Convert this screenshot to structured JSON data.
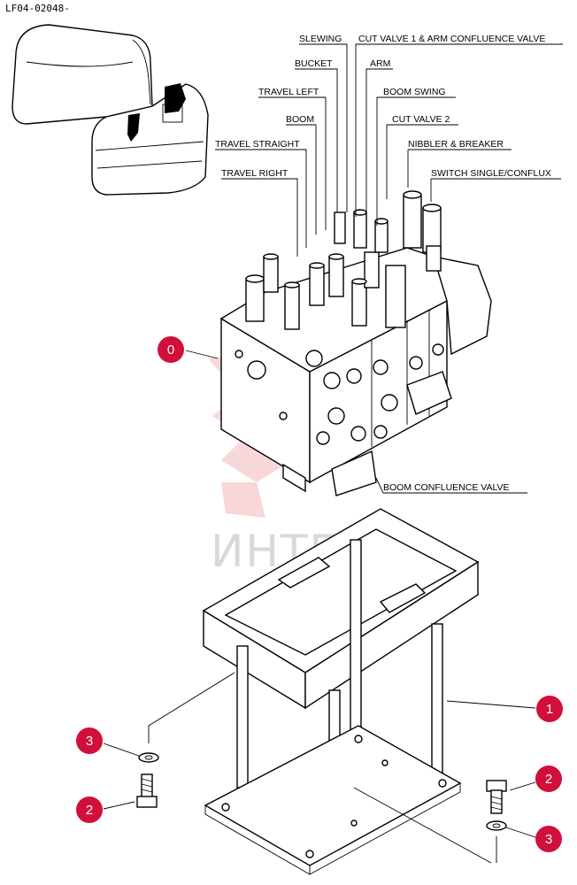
{
  "reference_code": "LF04-02048-",
  "watermark": "ИНТЕХ",
  "colors": {
    "callout": "#d0103a",
    "watermark": "#f2b8b8"
  },
  "valve_labels": [
    {
      "id": "slewing",
      "text": "SLEWING"
    },
    {
      "id": "cut-valve-1-arm-confluence",
      "text": "CUT VALVE 1 & ARM CONFLUENCE VALVE"
    },
    {
      "id": "bucket",
      "text": "BUCKET"
    },
    {
      "id": "arm",
      "text": "ARM"
    },
    {
      "id": "travel-left",
      "text": "TRAVEL LEFT"
    },
    {
      "id": "boom-swing",
      "text": "BOOM  SWING"
    },
    {
      "id": "boom",
      "text": "BOOM"
    },
    {
      "id": "cut-valve-2",
      "text": "CUT VALVE 2"
    },
    {
      "id": "travel-straight",
      "text": "TRAVEL STRAIGHT"
    },
    {
      "id": "nibbler-breaker",
      "text": "NIBBLER & BREAKER"
    },
    {
      "id": "travel-right",
      "text": "TRAVEL RIGHT"
    },
    {
      "id": "switch-single-conflux",
      "text": "SWITCH SINGLE/CONFLUX"
    },
    {
      "id": "boom-confluence-valve",
      "text": "BOOM CONFLUENCE VALVE"
    }
  ],
  "callouts": [
    {
      "id": "control-valve",
      "number": "0"
    },
    {
      "id": "bracket",
      "number": "1"
    },
    {
      "id": "bolt-left",
      "number": "2"
    },
    {
      "id": "bolt-right",
      "number": "2"
    },
    {
      "id": "washer-left",
      "number": "3"
    },
    {
      "id": "washer-right",
      "number": "3"
    }
  ]
}
